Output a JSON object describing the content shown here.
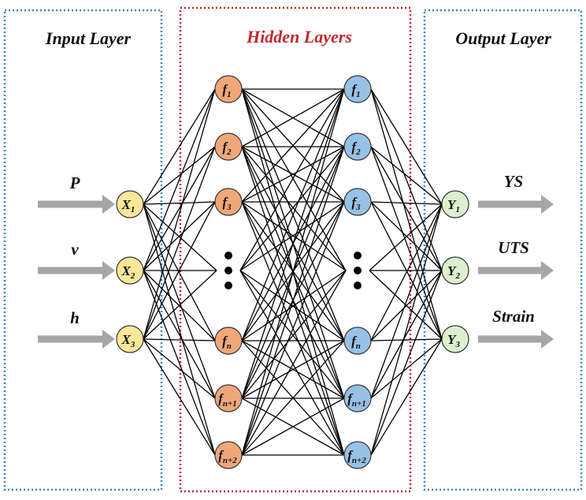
{
  "sections": {
    "input": {
      "title": "Input Layer",
      "border_color": "#3a87c8"
    },
    "hidden": {
      "title": "Hidden Layers",
      "border_color": "#c0282d",
      "title_color": "#c0282d"
    },
    "output": {
      "title": "Output Layer",
      "border_color": "#3a87c8"
    }
  },
  "inputs": [
    {
      "name": "P",
      "node": "X",
      "sub": "1"
    },
    {
      "name": "v",
      "node": "X",
      "sub": "2"
    },
    {
      "name": "h",
      "node": "X",
      "sub": "3"
    }
  ],
  "hidden_layer_1": [
    {
      "base": "f",
      "sub": "1"
    },
    {
      "base": "f",
      "sub": "2"
    },
    {
      "base": "f",
      "sub": "3"
    },
    {
      "ellipsis": true
    },
    {
      "base": "f",
      "sub": "n"
    },
    {
      "base": "f",
      "sub": "n+1"
    },
    {
      "base": "f",
      "sub": "n+2"
    }
  ],
  "hidden_layer_2": [
    {
      "base": "f",
      "sub": "1"
    },
    {
      "base": "f",
      "sub": "2"
    },
    {
      "base": "f",
      "sub": "3"
    },
    {
      "ellipsis": true
    },
    {
      "base": "f",
      "sub": "n"
    },
    {
      "base": "f",
      "sub": "n+1"
    },
    {
      "base": "f",
      "sub": "n+2"
    }
  ],
  "outputs": [
    {
      "name": "YS",
      "node": "Y",
      "sub": "1"
    },
    {
      "name": "UTS",
      "node": "Y",
      "sub": "2"
    },
    {
      "name": "Strain",
      "node": "Y",
      "sub": "3"
    }
  ],
  "colors": {
    "input_node_fill": "#f9e79a",
    "hidden1_node_fill": "#f0a77a",
    "hidden2_node_fill": "#98c1e6",
    "output_node_fill": "#dcefcf",
    "arrow": "#a6a6a6",
    "edge": "#000000"
  }
}
